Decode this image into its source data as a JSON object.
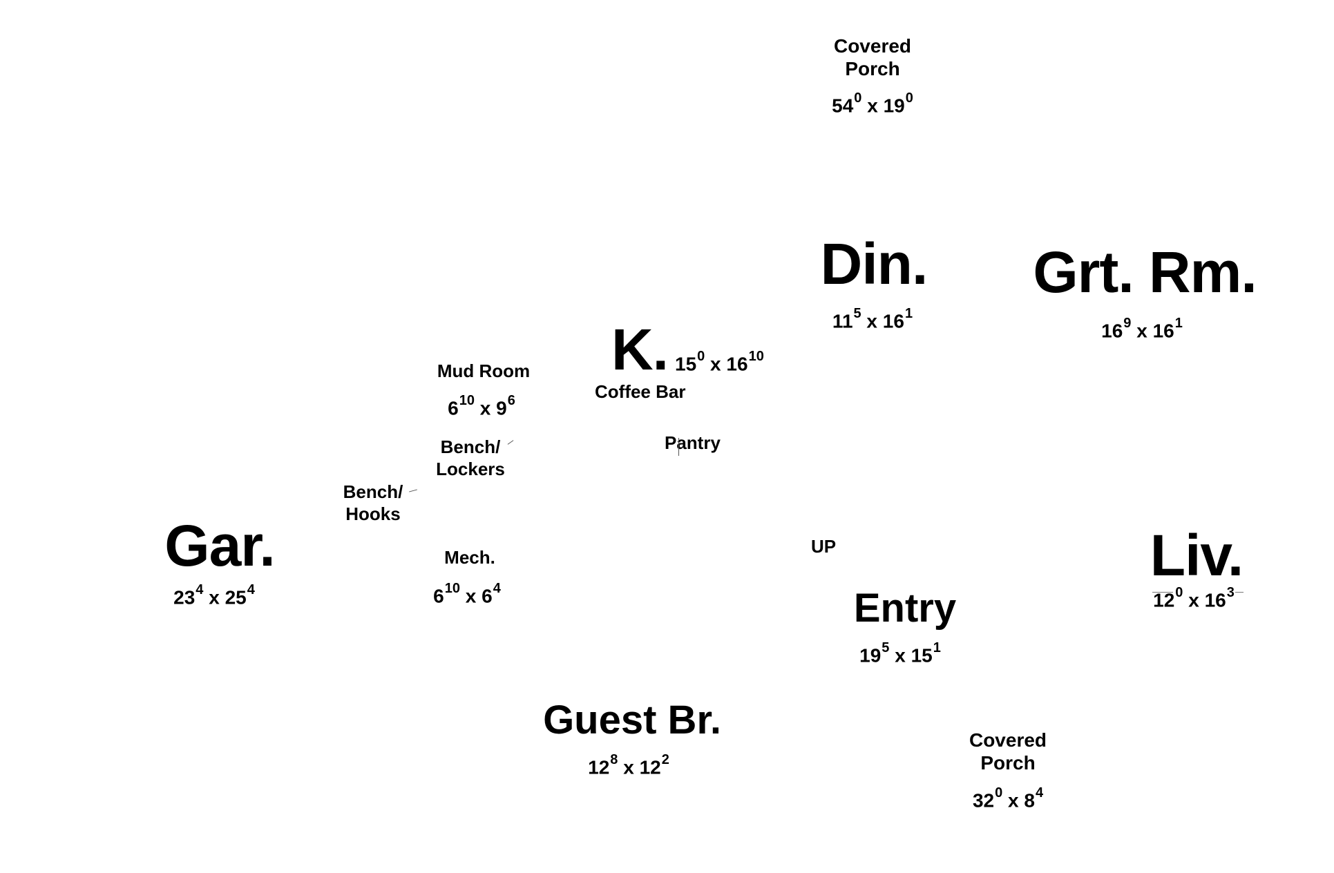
{
  "rooms": [
    {
      "id": "covered-porch-top",
      "name": "Covered\nPorch",
      "dim": {
        "a": "54",
        "a_in": "0",
        "b": "19",
        "b_in": "0"
      }
    },
    {
      "id": "dining",
      "name": "Din.",
      "dim": {
        "a": "11",
        "a_in": "5",
        "b": "16",
        "b_in": "1"
      }
    },
    {
      "id": "great-room",
      "name": "Grt. Rm.",
      "dim": {
        "a": "16",
        "a_in": "9",
        "b": "16",
        "b_in": "1"
      }
    },
    {
      "id": "kitchen",
      "name": "K.",
      "dim": {
        "a": "15",
        "a_in": "0",
        "b": "16",
        "b_in": "10"
      }
    },
    {
      "id": "mud-room",
      "name": "Mud Room",
      "dim": {
        "a": "6",
        "a_in": "10",
        "b": "9",
        "b_in": "6"
      }
    },
    {
      "id": "garage",
      "name": "Gar.",
      "dim": {
        "a": "23",
        "a_in": "4",
        "b": "25",
        "b_in": "4"
      }
    },
    {
      "id": "mechanical",
      "name": "Mech.",
      "dim": {
        "a": "6",
        "a_in": "10",
        "b": "6",
        "b_in": "4"
      }
    },
    {
      "id": "living",
      "name": "Liv.",
      "dim": {
        "a": "12",
        "a_in": "0",
        "b": "16",
        "b_in": "3"
      }
    },
    {
      "id": "entry",
      "name": "Entry",
      "dim": {
        "a": "19",
        "a_in": "5",
        "b": "15",
        "b_in": "1"
      }
    },
    {
      "id": "guest-bedroom",
      "name": "Guest Br.",
      "dim": {
        "a": "12",
        "a_in": "8",
        "b": "12",
        "b_in": "2"
      }
    },
    {
      "id": "covered-porch-bottom",
      "name": "Covered\nPorch",
      "dim": {
        "a": "32",
        "a_in": "0",
        "b": "8",
        "b_in": "4"
      }
    }
  ],
  "notes": [
    {
      "id": "coffee-bar",
      "text": "Coffee Bar"
    },
    {
      "id": "pantry",
      "text": "Pantry"
    },
    {
      "id": "bench-lockers",
      "text": "Bench/\nLockers"
    },
    {
      "id": "bench-hooks",
      "text": "Bench/\nHooks"
    },
    {
      "id": "stairs-up",
      "text": "UP"
    }
  ],
  "dimension_separator": "x"
}
